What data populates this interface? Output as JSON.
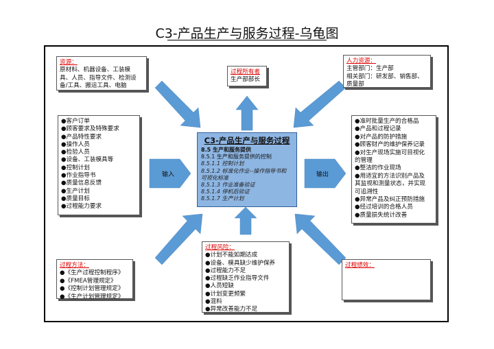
{
  "title": "C3-产品生产与服务过程-乌龟图",
  "resources": {
    "header": "资源：",
    "lines": [
      "原材料、机器设备、工装模",
      "具、人员、指导文件、检测设",
      "备/工具、搬运工具、电脑"
    ]
  },
  "owner": {
    "header": "过程所有者",
    "lines": [
      "生产部部长"
    ]
  },
  "human_resources": {
    "header": "人力资源：",
    "lines": [
      "主管部门：生产部",
      "相关部门：研发部、销售部、",
      "质量部"
    ]
  },
  "inputs": {
    "lines": [
      "●客户订单",
      "●顾客要求及特殊要求",
      "●产品特性要求",
      "●操作人员",
      "●检验人员",
      "●设备、工装模具等",
      "●控制计划",
      "●作业指导书",
      "●质量信息反馈",
      "●生产计划",
      "●质量目标",
      "●过程能力要求"
    ]
  },
  "input_arrow_label": "输入",
  "output_arrow_label": "输出",
  "center": {
    "title": "C3-产品生产与服务过程",
    "lines": [
      {
        "text": "8.5 生产和服务提供",
        "style": "normal"
      },
      {
        "text": "8.5.1 生产和服务提供的控制",
        "style": "normal"
      },
      {
        "text": "8.5.1.1 控制计划",
        "style": "italic"
      },
      {
        "text": "8.5.1.2 标准化作业--操作指导书和",
        "style": "italic"
      },
      {
        "text": "可视化标准",
        "style": "italic"
      },
      {
        "text": "8.5.1.3 作业准备验证",
        "style": "italic"
      },
      {
        "text": "8.5.1.4 停机后验证",
        "style": "italic"
      },
      {
        "text": "8.5.1.7 生产计划",
        "style": "italic"
      }
    ]
  },
  "outputs": {
    "lines": [
      "●准时批量生产的合格品",
      "●产品和过程记录",
      "●对产品的防护措施",
      "●顾客财产的维护保养记录",
      "●对生产现场实施可目视化",
      "的管理",
      "●整洁的作业现场",
      "●用适宜的方法识别产品及",
      "其监视和测量状态，并实现",
      "可追溯性",
      "●异常产品及纠正预防措施",
      "●经过培训的合格人员",
      "●质量损失统计改善"
    ]
  },
  "methods": {
    "header": "过程方法：",
    "lines": [
      "●《生产过程控制程序》",
      "●《FMEA管理规定》",
      "●《控制计划管理规定》",
      "●《生产计划管理规定》"
    ]
  },
  "risks": {
    "header": "过程风险：",
    "lines": [
      "●计划不能如期达成",
      "●设备、模具缺少维护保养",
      "●过程能力不足",
      "●过程缺乏作业指导文件",
      "●人员短缺",
      "●计划变更频繁",
      "●混料",
      "●异常改善能力不足"
    ]
  },
  "performance": {
    "header": "过程绩效："
  },
  "colors": {
    "arrow": "#5b9bd5",
    "center_fill": "#8eb6e3",
    "header_red": "#dd0000"
  }
}
